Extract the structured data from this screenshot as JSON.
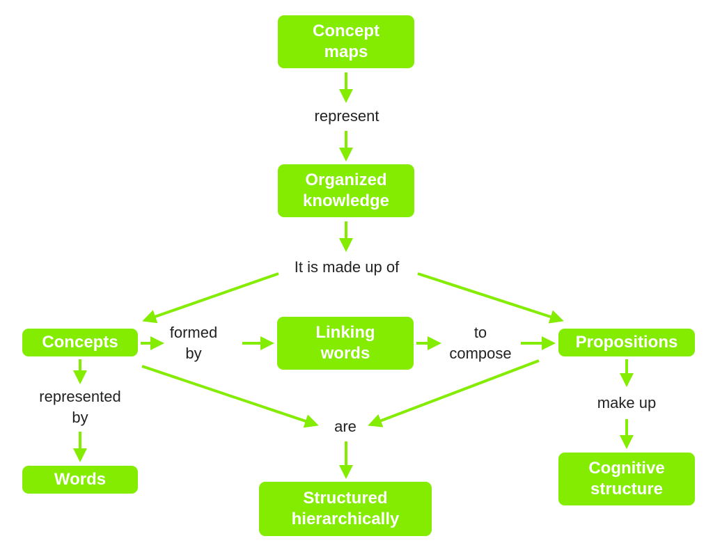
{
  "colors": {
    "node_fill": "#84ec00",
    "node_text": "#ffffff",
    "arrow": "#84ec00",
    "link_text": "#222222"
  },
  "nodes": {
    "concept_maps": [
      "Concept",
      "maps"
    ],
    "organized_knowledge": [
      "Organized",
      "knowledge"
    ],
    "concepts": [
      "Concepts"
    ],
    "linking_words": [
      "Linking",
      "words"
    ],
    "propositions": [
      "Propositions"
    ],
    "words": [
      "Words"
    ],
    "structured_hierarchically": [
      "Structured",
      "hierarchically"
    ],
    "cognitive_structure": [
      "Cognitive",
      "structure"
    ]
  },
  "links": {
    "represent": [
      "represent"
    ],
    "made_up_of": [
      "It is made up of"
    ],
    "formed_by": [
      "formed",
      "by"
    ],
    "to_compose": [
      "to",
      "compose"
    ],
    "represented_by": [
      "represented",
      "by"
    ],
    "are": [
      "are"
    ],
    "make_up": [
      "make up"
    ]
  },
  "edges": [
    {
      "from": "concept_maps",
      "to": "represent"
    },
    {
      "from": "represent",
      "to": "organized_knowledge"
    },
    {
      "from": "organized_knowledge",
      "to": "made_up_of"
    },
    {
      "from": "made_up_of",
      "to": "concepts"
    },
    {
      "from": "made_up_of",
      "to": "propositions"
    },
    {
      "from": "concepts",
      "to": "formed_by"
    },
    {
      "from": "formed_by",
      "to": "linking_words"
    },
    {
      "from": "linking_words",
      "to": "to_compose"
    },
    {
      "from": "to_compose",
      "to": "propositions"
    },
    {
      "from": "concepts",
      "to": "represented_by"
    },
    {
      "from": "represented_by",
      "to": "words"
    },
    {
      "from": "concepts",
      "to": "are"
    },
    {
      "from": "propositions",
      "to": "are"
    },
    {
      "from": "are",
      "to": "structured_hierarchically"
    },
    {
      "from": "propositions",
      "to": "make_up"
    },
    {
      "from": "make_up",
      "to": "cognitive_structure"
    }
  ]
}
